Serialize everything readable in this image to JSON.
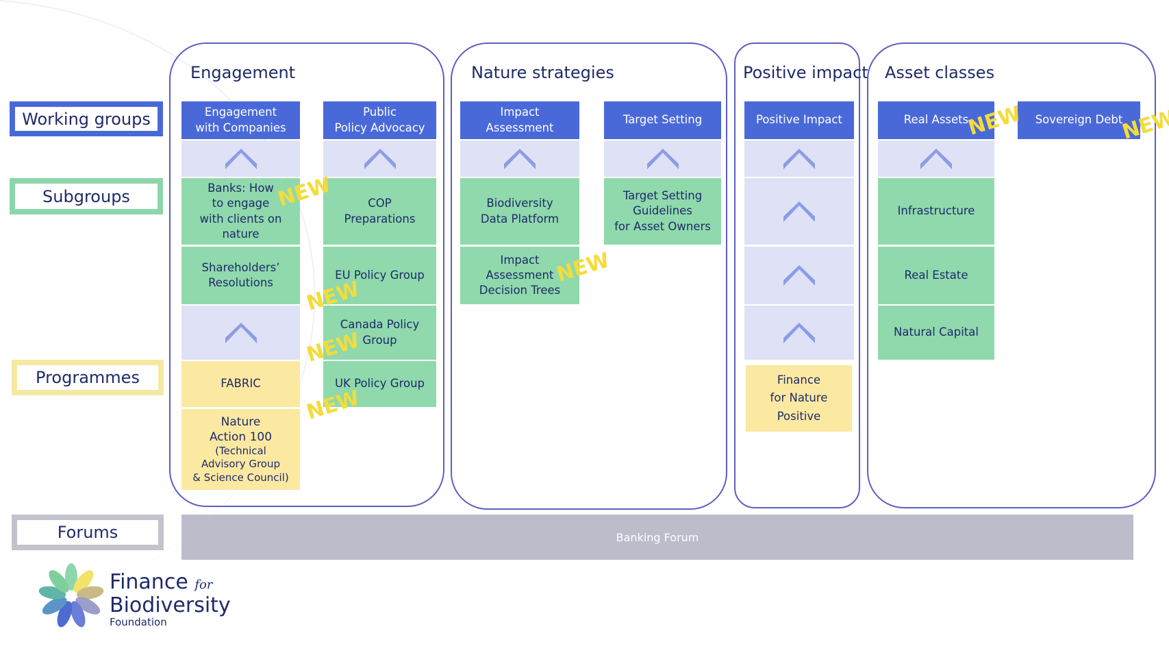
{
  "legend": {
    "working_groups": "Working groups",
    "subgroups": "Subgroups",
    "programmes": "Programmes",
    "forums": "Forums"
  },
  "panels": {
    "engagement": "Engagement",
    "nature_strategies": "Nature strategies",
    "positive_impact": "Positive impact",
    "asset_classes": "Asset classes"
  },
  "working_groups": {
    "engagement_companies": "Engagement\nwith Companies",
    "public_policy": "Public\nPolicy Advocacy",
    "impact_assessment": "Impact\nAssessment",
    "target_setting": "Target Setting",
    "positive_impact": "Positive Impact",
    "real_assets": "Real Assets",
    "sovereign_debt": "Sovereign Debt"
  },
  "subgroups": {
    "banks": "Banks: How\nto engage\nwith clients on\nnature",
    "shareholders": "Shareholders’\nResolutions",
    "cop": "COP\nPreparations",
    "eu_policy": "EU Policy Group",
    "canada_policy": "Canada Policy\nGroup",
    "uk_policy": "UK Policy Group",
    "biodiversity_data": "Biodiversity\nData Platform",
    "impact_trees": "Impact\nAssessment\nDecision Trees",
    "target_guidelines": "Target Setting\nGuidelines\nfor Asset Owners",
    "infrastructure": "Infrastructure",
    "real_estate": "Real Estate",
    "natural_capital": "Natural Capital"
  },
  "programmes": {
    "fabric": "FABRIC",
    "na100_main": "Nature\nAction 100",
    "na100_sub": "(Technical\nAdvisory Group\n& Science Council)",
    "f4np": "Finance\nfor Nature\nPositive"
  },
  "new_label": "NEW",
  "forums": {
    "banking": "Banking Forum"
  },
  "logo": {
    "line1": "Finance",
    "for": "for",
    "line2": "Biodiversity",
    "line3": "Foundation"
  },
  "colors": {
    "working_group": "#4a69d9",
    "subgroup": "#8fd9ac",
    "programme": "#fbe9a2",
    "connector": "#dfe2f6",
    "new_tag": "#f3dc3b",
    "forum": "#bcbcca",
    "panel_border": "#5b5fbf"
  }
}
